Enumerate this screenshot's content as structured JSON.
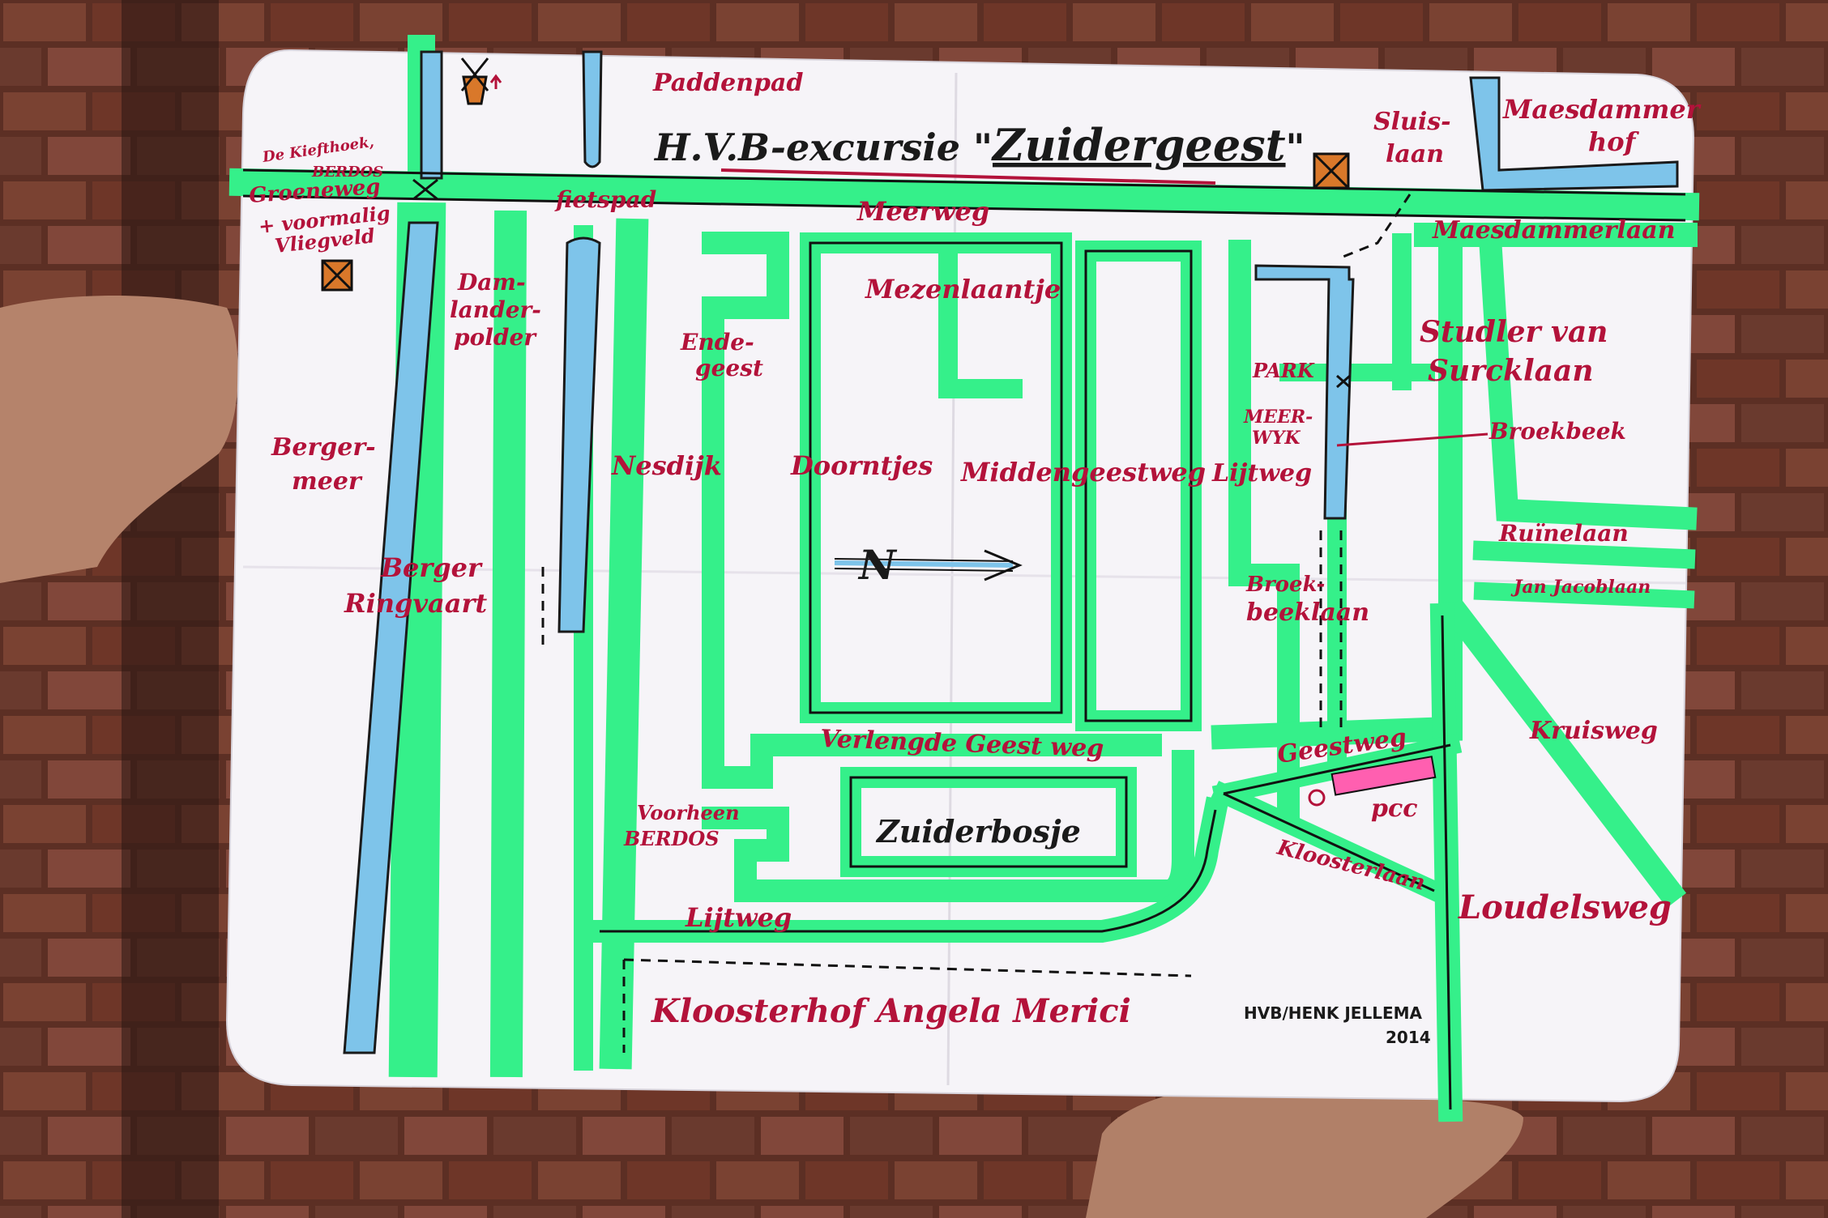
{
  "map": {
    "title_prefix": "H.V.B-excursie \"",
    "title_main": "Zuidergeest",
    "title_suffix": "\"",
    "credit_line1": "HVB/HENK JELLEMA",
    "credit_line2": "2014",
    "north_label": "N",
    "labels": {
      "paddenpad": "Paddenpad",
      "kiefthoek1": "De Kiefthoek,",
      "kiefthoek2": "BERDOS",
      "groeneweg": "Groeneweg",
      "vliegveld1": "+ voormalig",
      "vliegveld2": "Vliegveld",
      "fietspad": "fietspad",
      "meerweg": "Meerweg",
      "mezenlaantje": "Mezenlaantje",
      "damlanderpolder1": "Dam-",
      "damlanderpolder2": "lander-",
      "damlanderpolder3": "polder",
      "endegeest1": "Ende-",
      "endegeest2": "geest",
      "bergermeer1": "Berger-",
      "bergermeer2": "meer",
      "nesdijk": "Nesdijk",
      "doorntjes": "Doorntjes",
      "middengeestweg": "Middengeestweg",
      "lijtweg_right": "Lijtweg",
      "berger_ringvaart1": "Berger",
      "berger_ringvaart2": "Ringvaart",
      "sluislaan1": "Sluis-",
      "sluislaan2": "laan",
      "maesdammerhof1": "Maesdammer",
      "maesdammerhof2": "hof",
      "maesdammerlaan": "Maesdammerlaan",
      "studler1": "Studler van",
      "studler2": "Surcklaan",
      "park": "PARK",
      "meerwijk1": "MEER-",
      "meerwijk2": "WYK",
      "broekbeek": "Broekbeek",
      "ruinelaan": "Ruïnelaan",
      "janjacoblaan": "Jan Jacoblaan",
      "broekbeeklaan1": "Broek-",
      "broekbeeklaan2": "beeklaan",
      "verlengde": "Verlengde Geest weg",
      "geestweg": "Geestweg",
      "kruisweg": "Kruisweg",
      "voorheen1": "Voorheen",
      "voorheen2": "BERDOS",
      "zuiderbosje": "Zuiderbosje",
      "pcc": "pcc",
      "kloosterlaan": "Kloosterlaan",
      "lijtweg_bottom": "Lijtweg",
      "loudelsweg": "Loudelsweg",
      "kloosterhof": "Kloosterhof Angela Merici"
    }
  },
  "colors": {
    "paper": "#f6f4f8",
    "highlight": "#35f08a",
    "water": "#7ec4ea",
    "ink": "#b3123a",
    "building": "#d9782a",
    "pcc_block": "#ff5fb0"
  }
}
